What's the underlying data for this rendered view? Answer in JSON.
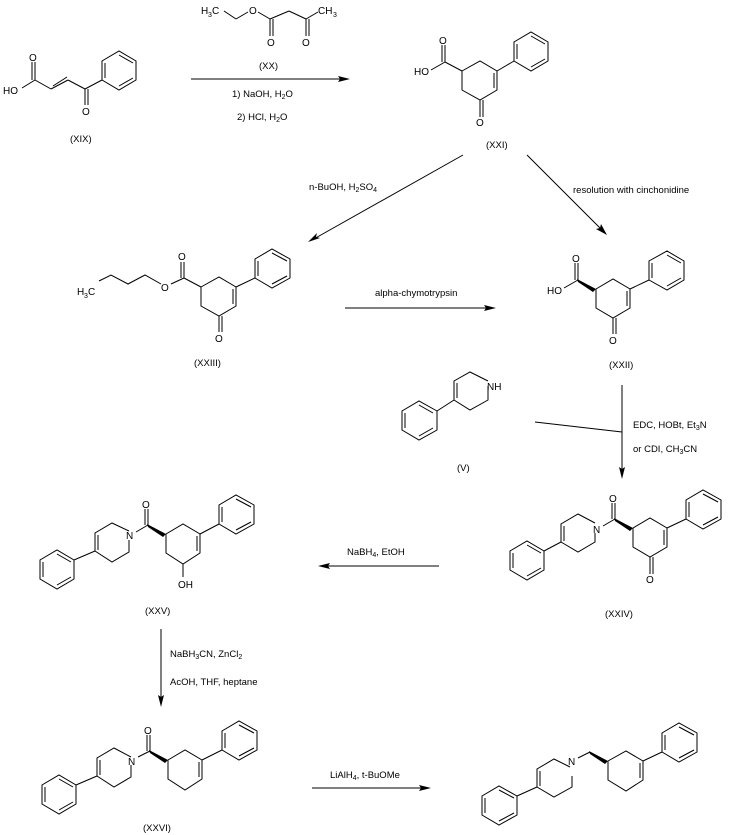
{
  "scheme": {
    "compounds": [
      {
        "id": "XIX",
        "label": "(XIX)"
      },
      {
        "id": "XX",
        "label": "(XX)"
      },
      {
        "id": "XXI",
        "label": "(XXI)"
      },
      {
        "id": "XXIII",
        "label": "(XXIII)"
      },
      {
        "id": "XXII",
        "label": "(XXII)"
      },
      {
        "id": "V",
        "label": "(V)"
      },
      {
        "id": "XXIV",
        "label": "(XXIV)"
      },
      {
        "id": "XXV",
        "label": "(XXV)"
      },
      {
        "id": "XXVI",
        "label": "(XXVI)"
      }
    ],
    "atoms": {
      "HO": "HO",
      "O": "O",
      "OH": "OH",
      "N": "N",
      "NH": "NH",
      "H3C_H": "H",
      "H3C_C": "C",
      "CH3_CH": "CH",
      "sub3": "3",
      "sub2": "2",
      "sub4": "4"
    },
    "conditions": {
      "step1_line1_a": "1) NaOH, H",
      "step1_line1_b": "O",
      "step1_line2_a": "2) HCl, H",
      "step1_line2_b": "O",
      "esterification_a": "n-BuOH, H",
      "esterification_b": "SO",
      "resolution": "resolution with cinchonidine",
      "enzymatic": "alpha-chymotrypsin",
      "coupling_line1_a": "EDC, HOBt, Et",
      "coupling_line1_b": "N",
      "coupling_line2_a": "or CDI, CH",
      "coupling_line2_b": "CN",
      "reduction1_a": "NaBH",
      "reduction1_b": ", EtOH",
      "reduction2_line1_a": "NaBH",
      "reduction2_line1_b": "CN, ZnCl",
      "reduction2_line2": "AcOH, THF, heptane",
      "reduction3_a": "LiAlH",
      "reduction3_b": ", t-BuOMe"
    }
  }
}
